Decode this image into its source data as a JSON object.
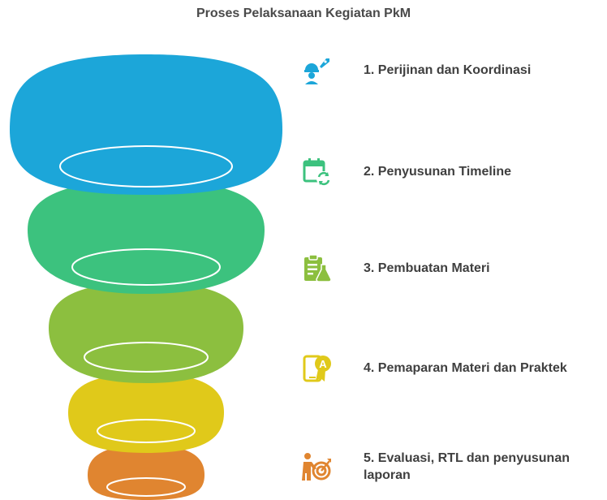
{
  "title": "Proses Pelaksanaan Kegiatan PkM",
  "stages": [
    {
      "label": "1. Perijinan dan Koordinasi",
      "color": "#1ca6d9",
      "icon": "engineer-rocket-icon"
    },
    {
      "label": "2. Penyusunan Timeline",
      "color": "#3cc27e",
      "icon": "calendar-refresh-icon"
    },
    {
      "label": "3. Pembuatan Materi",
      "color": "#8cbf3f",
      "icon": "clipboard-flask-icon"
    },
    {
      "label": "4. Pemaparan Materi dan Praktek",
      "color": "#e0c91a",
      "icon": "mobile-award-icon"
    },
    {
      "label": "5. Evaluasi, RTL dan penyusunan laporan",
      "color": "#e08530",
      "icon": "person-target-icon"
    }
  ]
}
